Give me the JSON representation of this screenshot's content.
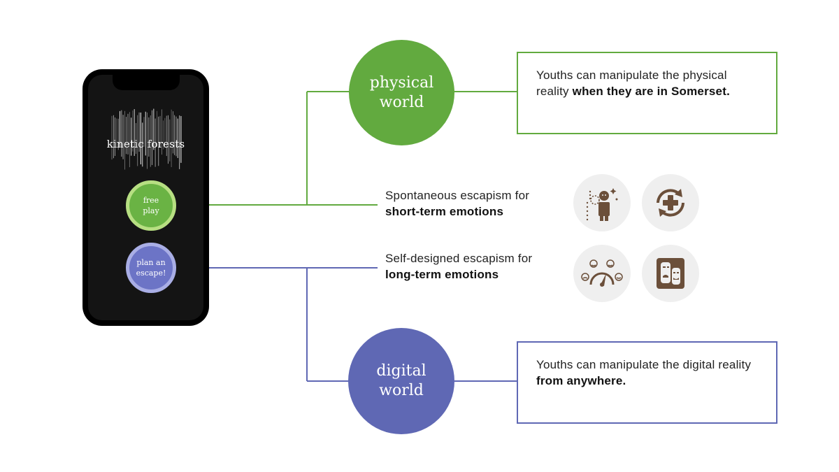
{
  "app": {
    "title": "kinetic forests",
    "buttons": {
      "free_play": [
        "free",
        "play"
      ],
      "plan_escape": [
        "plan an",
        "escape!"
      ]
    }
  },
  "worlds": {
    "physical": {
      "label": [
        "physical",
        "world"
      ],
      "description_regular": "Youths can manipulate the physical reality ",
      "description_bold": "when they are in Somerset."
    },
    "digital": {
      "label": [
        "digital",
        "world"
      ],
      "description_regular": "Youths can manipulate the digital reality ",
      "description_bold": "from anywhere."
    }
  },
  "escapism": {
    "short": {
      "line1": "Spontaneous escapism for",
      "line2": "short-term emotions",
      "icons": [
        "person-dreaming-icon",
        "refresh-health-icon"
      ]
    },
    "long": {
      "line1": "Self-designed escapism for",
      "line2": "long-term emotions",
      "icons": [
        "mood-gauge-icon",
        "theater-masks-icon"
      ]
    }
  },
  "colors": {
    "green": "#62aa3f",
    "green_light": "#b7df82",
    "purple": "#5f68b4",
    "purple_light": "#a9aee5",
    "icon_brown": "#6b4f3a",
    "icon_bg": "#efefef",
    "phone": "#000000"
  }
}
